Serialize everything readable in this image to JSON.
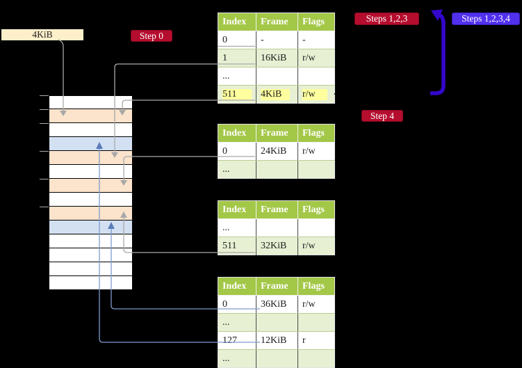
{
  "frame_box": {
    "label": "4KiB"
  },
  "badges": {
    "step0": "Step 0",
    "steps123": "Steps 1,2,3",
    "steps1234": "Steps 1,2,3,4",
    "step4": "Step 4"
  },
  "tables": [
    {
      "name": "page-table-level-1",
      "headers": [
        "Index",
        "Frame",
        "Flags"
      ],
      "rows": [
        {
          "cells": [
            "0",
            "-",
            "-"
          ]
        },
        {
          "cells": [
            "1",
            "16KiB",
            "r/w"
          ]
        },
        {
          "cells": [
            "...",
            "",
            ""
          ]
        },
        {
          "cells": [
            "511",
            "4KiB",
            "r/w"
          ],
          "highlighted": true
        }
      ]
    },
    {
      "name": "page-table-2",
      "headers": [
        "Index",
        "Frame",
        "Flags"
      ],
      "rows": [
        {
          "cells": [
            "0",
            "24KiB",
            "r/w"
          ]
        },
        {
          "cells": [
            "...",
            "",
            ""
          ]
        }
      ]
    },
    {
      "name": "page-table-3",
      "headers": [
        "Index",
        "Frame",
        "Flags"
      ],
      "rows": [
        {
          "cells": [
            "...",
            "",
            ""
          ]
        },
        {
          "cells": [
            "511",
            "32KiB",
            "r/w"
          ]
        }
      ]
    },
    {
      "name": "page-table-4",
      "headers": [
        "Index",
        "Frame",
        "Flags"
      ],
      "rows": [
        {
          "cells": [
            "0",
            "36KiB",
            "r/w"
          ]
        },
        {
          "cells": [
            "...",
            "",
            ""
          ]
        },
        {
          "cells": [
            "127",
            "12KiB",
            "r"
          ]
        },
        {
          "cells": [
            "...",
            "",
            ""
          ]
        }
      ]
    }
  ],
  "memory": {
    "rows": [
      "white",
      "peach",
      "white",
      "blue",
      "peach",
      "white",
      "peach",
      "white",
      "peach",
      "blue",
      "white",
      "white",
      "white",
      "white"
    ],
    "tick_count": 6
  },
  "colors": {
    "background": "#000000",
    "header_green": "#a3c747",
    "row_alt_green": "#e7f0d3",
    "highlight_yellow": "#ffff9e",
    "crimson_badge": "#b50d2e",
    "blue_badge": "#5130ee",
    "thick_arrow_blue": "#3307cc",
    "connector_gray": "#a8a8a8",
    "connector_blue": "#7e9bcd",
    "connector_blue_head": "#5b7cb8",
    "frame_box_cream": "#fcefca",
    "mem_peach": "#fbe3cc",
    "mem_blue": "#d2e0f2"
  }
}
